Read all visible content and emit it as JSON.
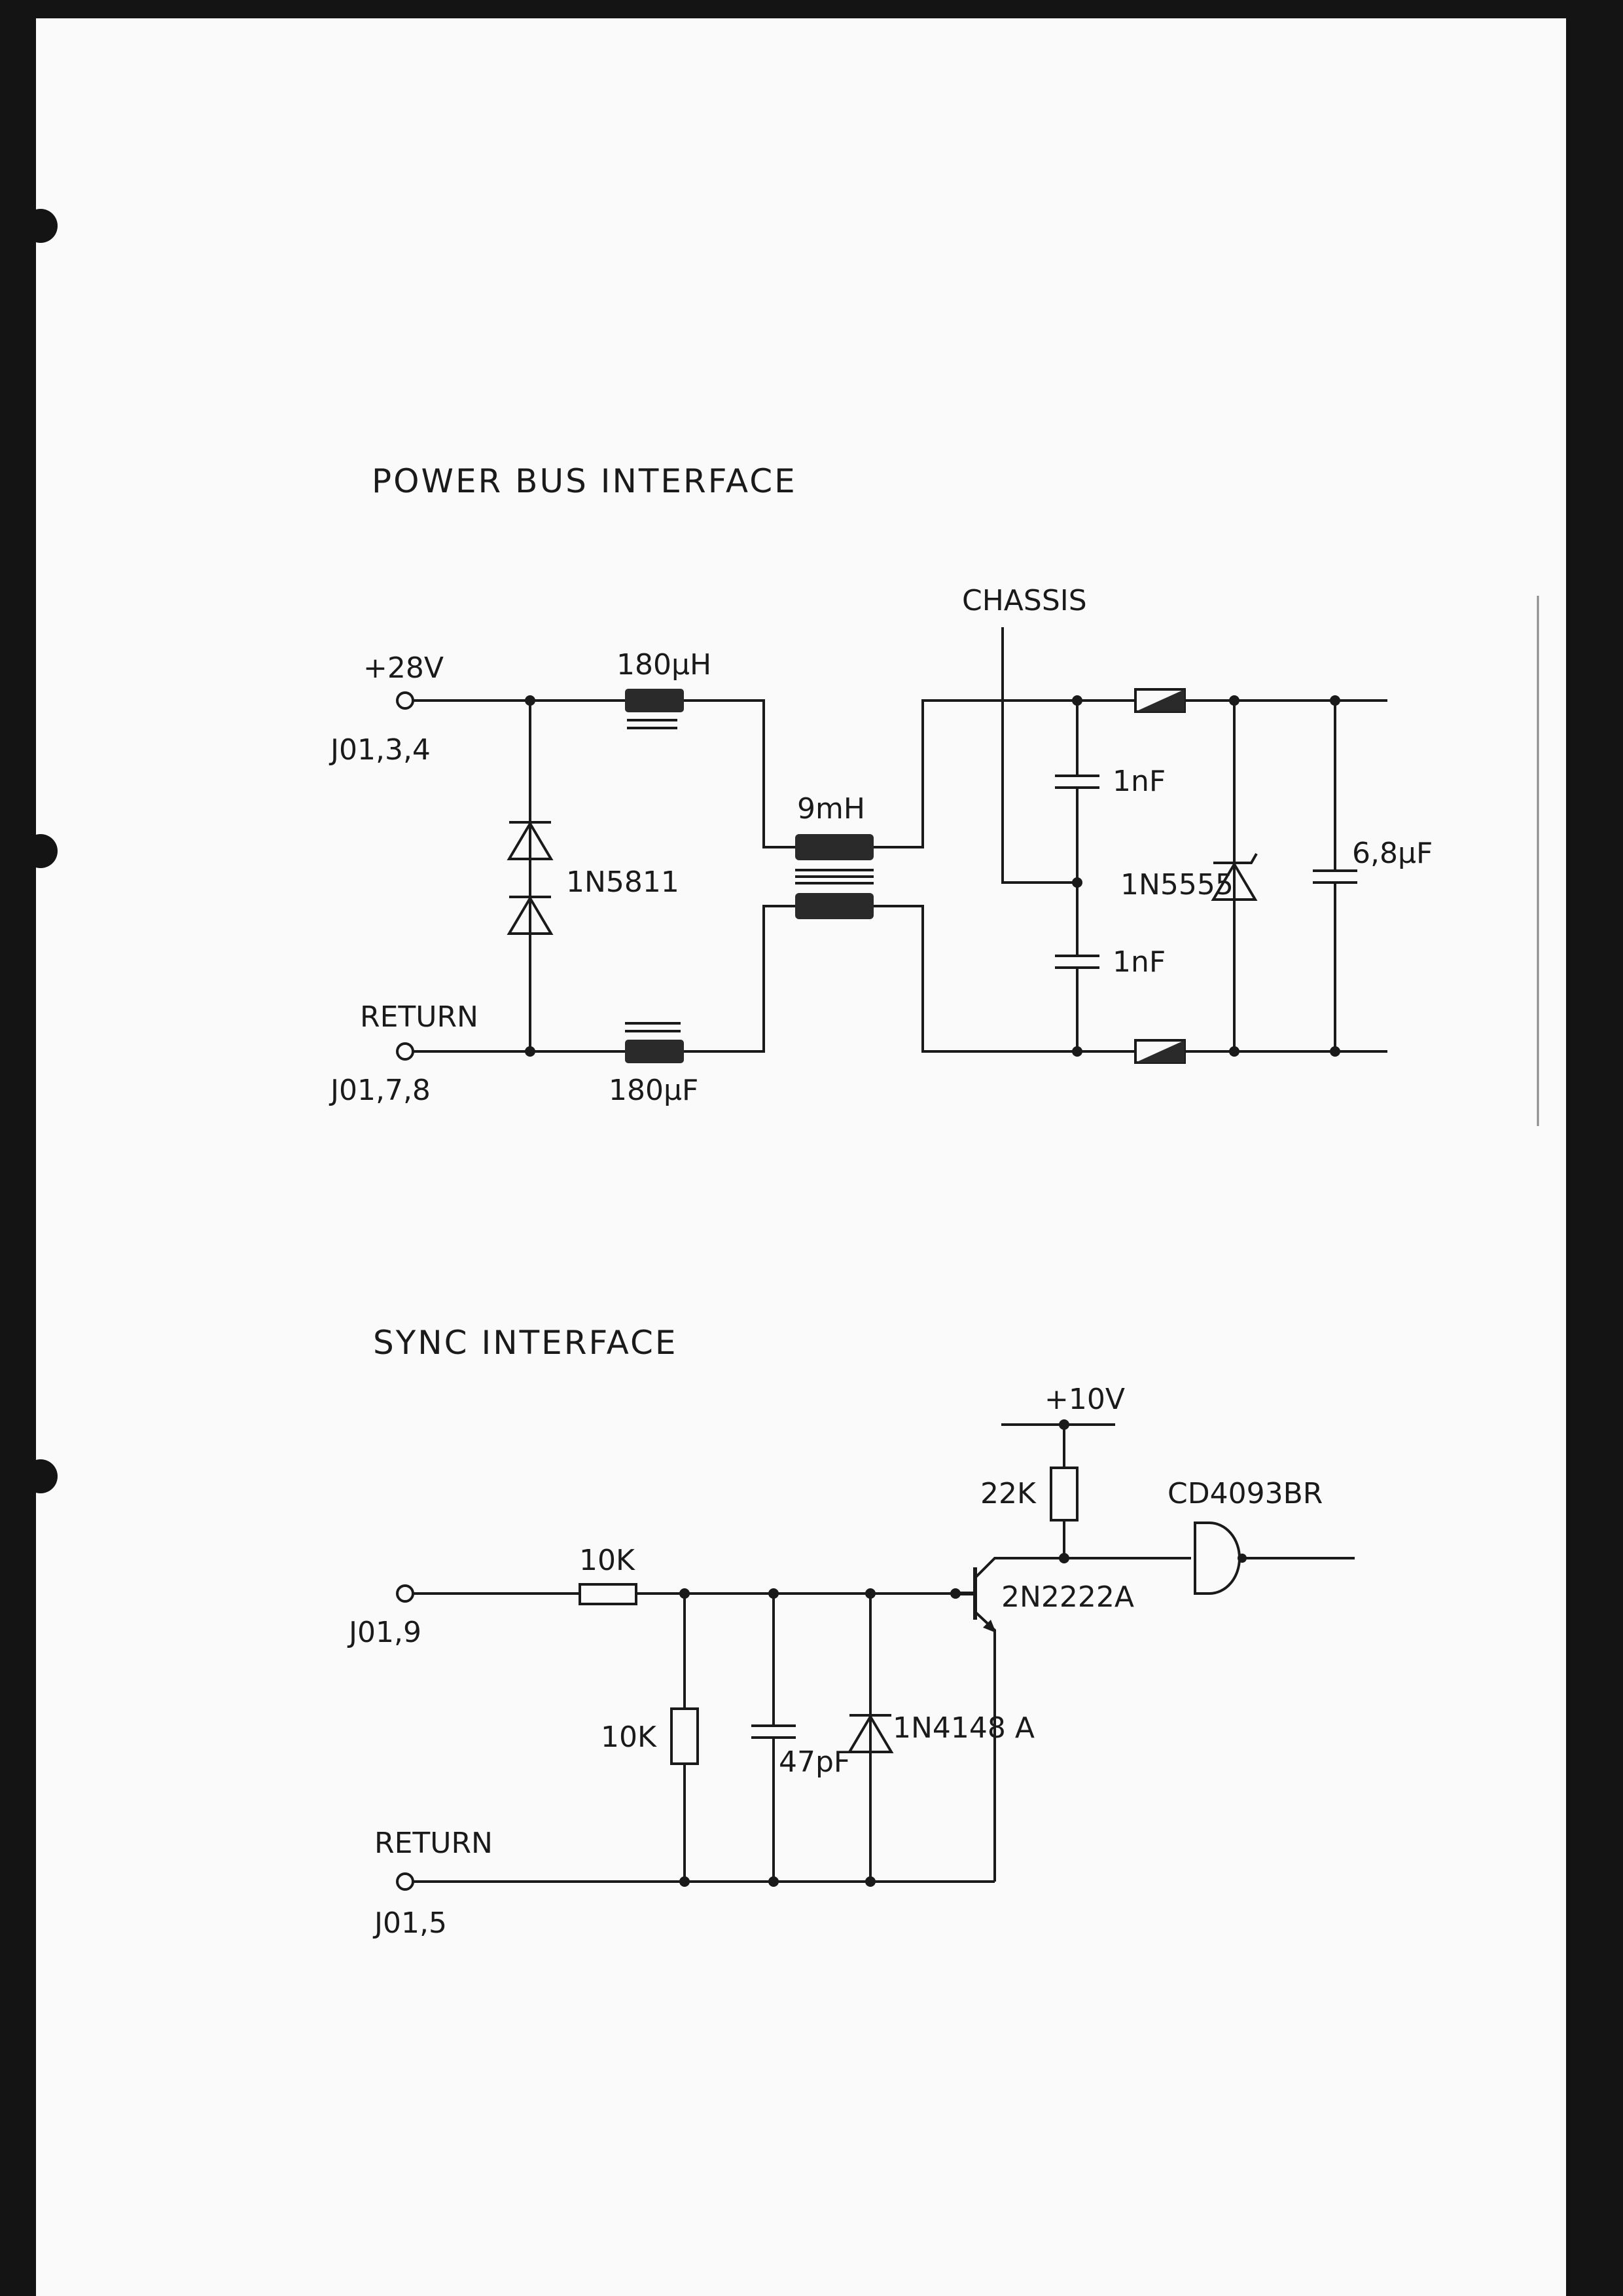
{
  "power_bus": {
    "title": "POWER BUS INTERFACE",
    "v28_label": "+28V",
    "v28_pins": "J01,3,4",
    "return_label": "RETURN",
    "return_pins": "J01,7,8",
    "inductor_top": "180µH",
    "inductor_bottom": "180µF",
    "common_mode_choke": "9mH",
    "diode": "1N5811",
    "chassis": "CHASSIS",
    "cap_top": "1nF",
    "cap_bottom": "1nF",
    "tvs": "1N5555",
    "cap_bulk": "6,8µF"
  },
  "sync": {
    "title": "SYNC INTERFACE",
    "input_pin": "J01,9",
    "return_label": "RETURN",
    "return_pins": "J01,5",
    "series_resistor": "10K",
    "shunt_resistor": "10K",
    "cap": "47pF",
    "diode": "1N4148 A",
    "transistor": "2N2222A",
    "pullup": "22K",
    "supply": "+10V",
    "gate": "CD4093BR"
  }
}
